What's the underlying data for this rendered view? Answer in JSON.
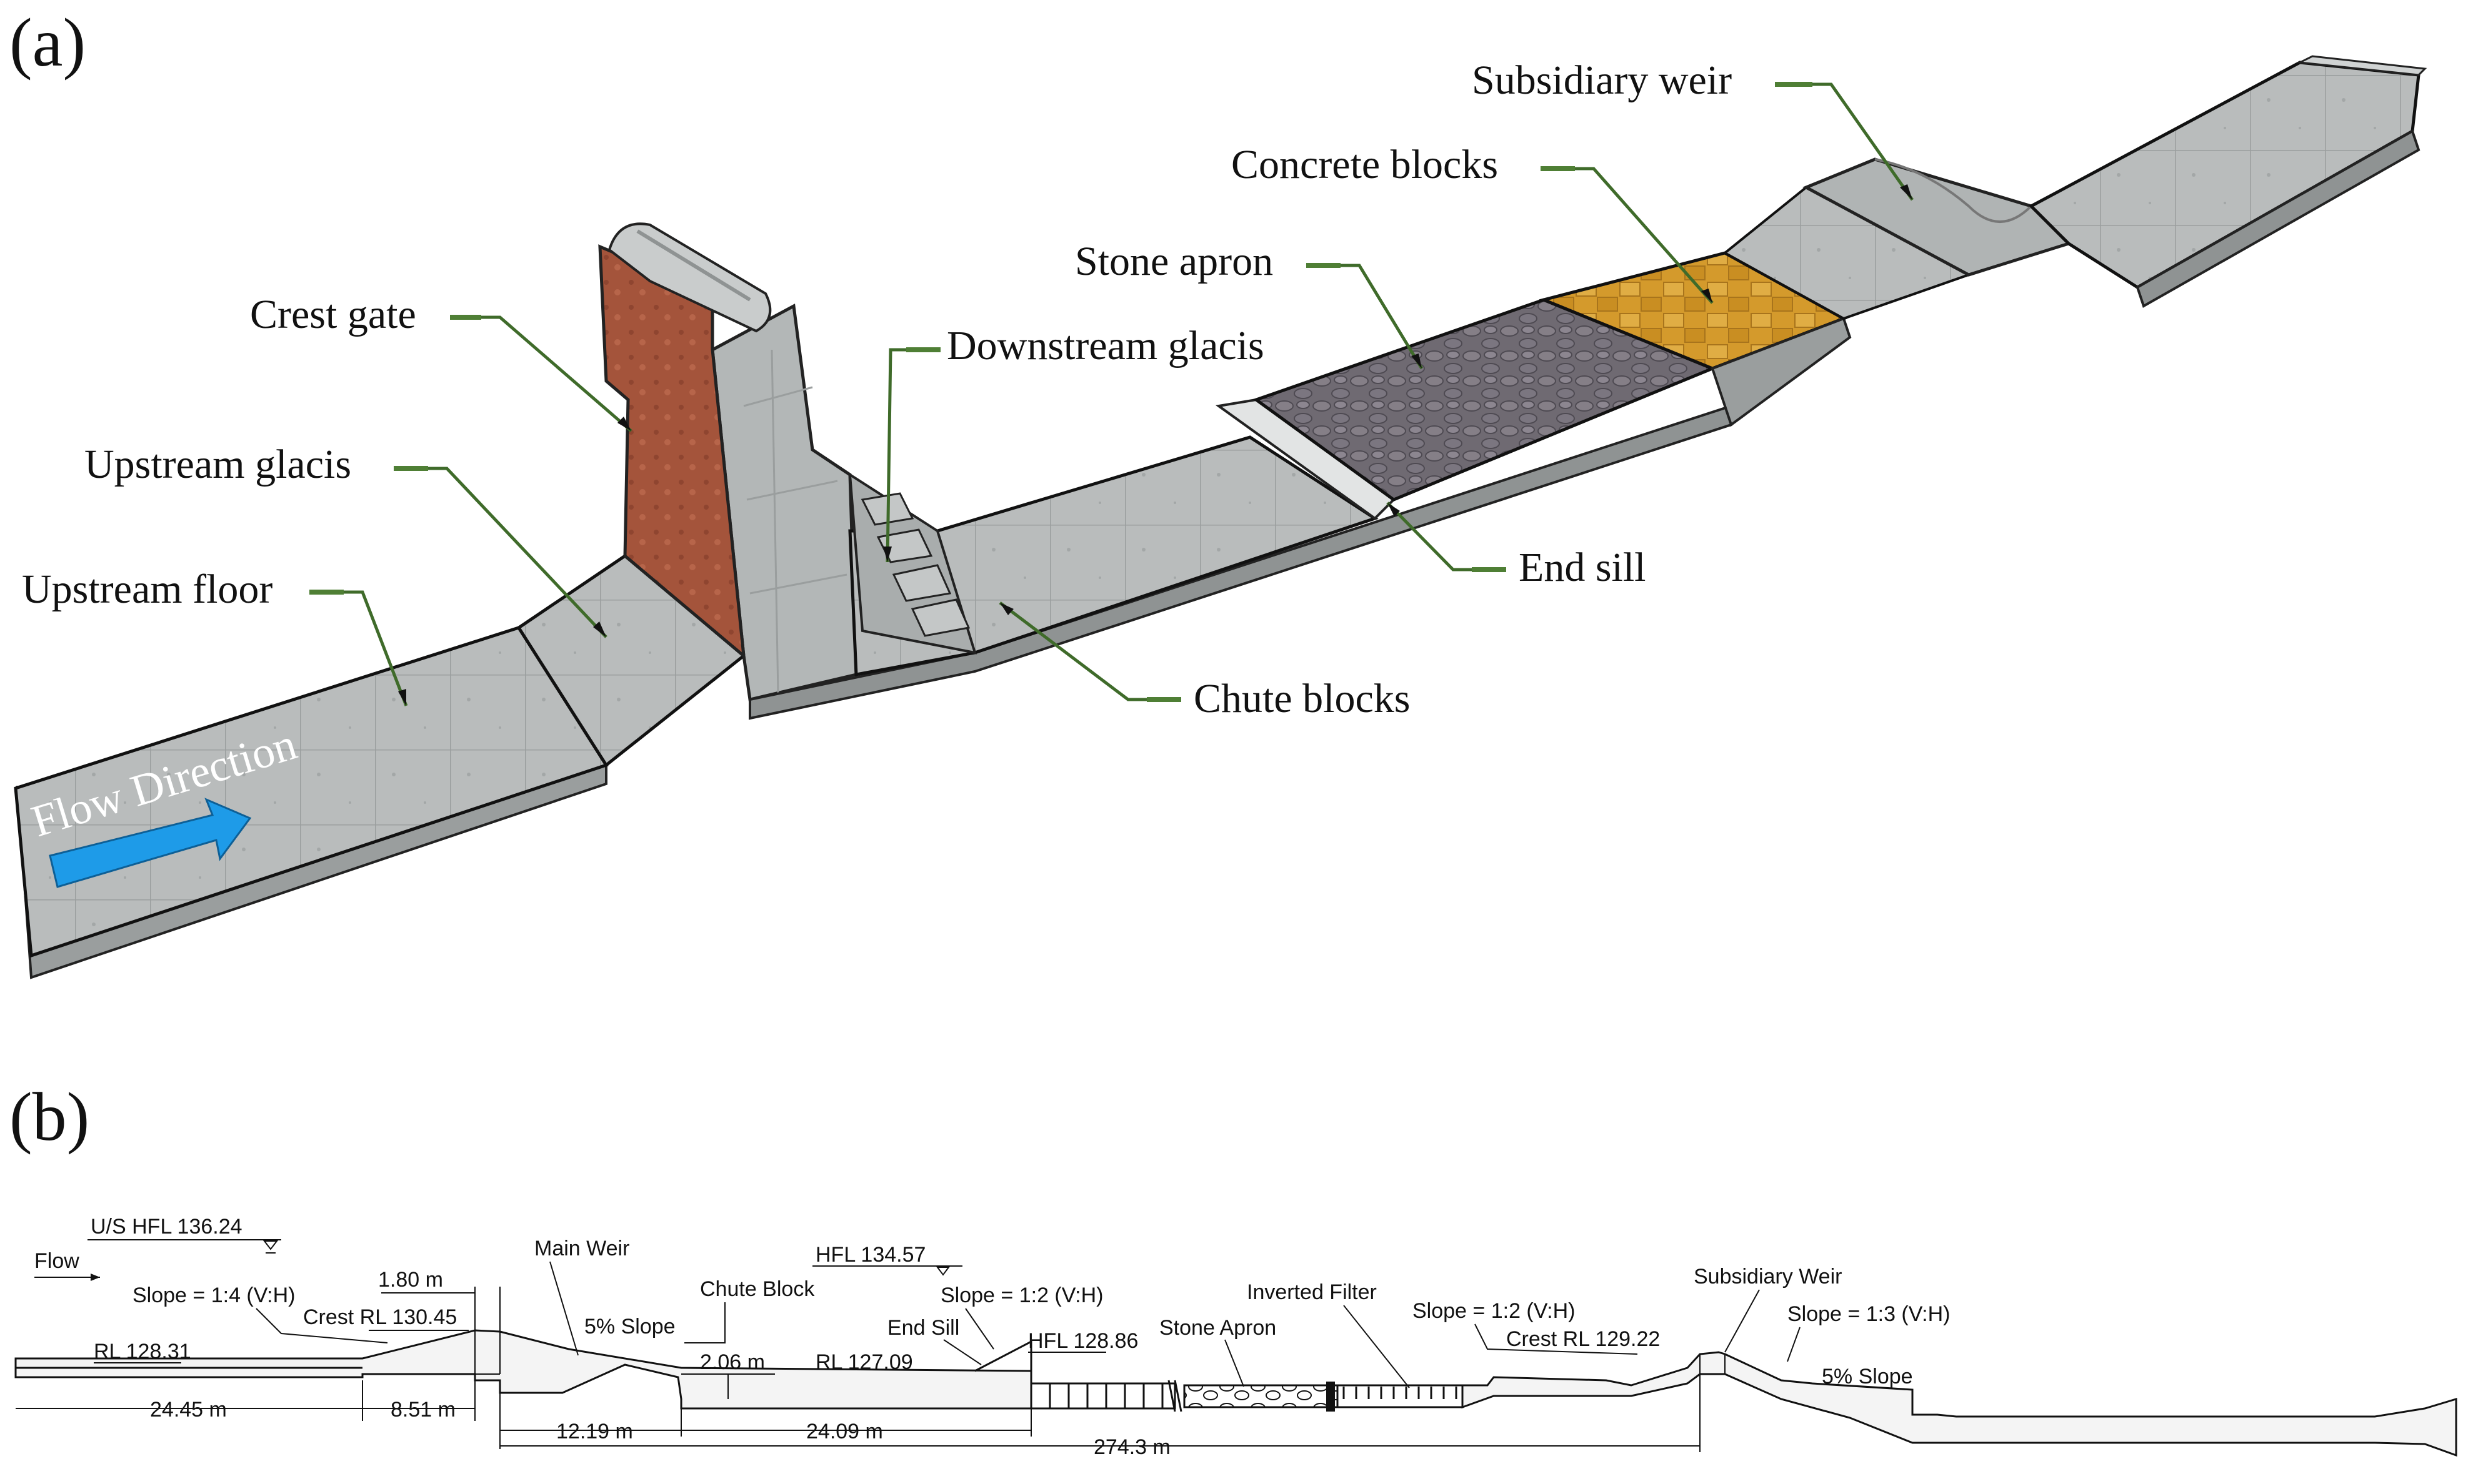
{
  "panels": {
    "a": {
      "label": "(a)",
      "flow_label": "Flow Direction",
      "callouts": {
        "subsidiary_weir": "Subsidiary weir",
        "concrete_blocks": "Concrete blocks",
        "stone_apron": "Stone apron",
        "downstream_glacis": "Downstream glacis",
        "crest_gate": "Crest gate",
        "upstream_glacis": "Upstream glacis",
        "upstream_floor": "Upstream floor",
        "end_sill": "End sill",
        "chute_blocks": "Chute blocks"
      },
      "colors": {
        "concrete": "#b9bcbc",
        "concrete_dark": "#8f9393",
        "gate": "#a4543b",
        "stone": "#6f6a72",
        "blocks": "#d49a2c",
        "arrow": "#1e9be8",
        "leader": "#3f6b2a"
      }
    },
    "b": {
      "label": "(b)",
      "labels": {
        "us_hfl": "U/S HFL 136.24",
        "flow": "Flow",
        "slope_us": "Slope = 1:4 (V:H)",
        "dim_180": "1.80 m",
        "main_weir": "Main Weir",
        "crest_rl_main": "Crest RL 130.45",
        "rl_12831": "RL 128.31",
        "slope5_main": "5% Slope",
        "hfl_13457": "HFL 134.57",
        "chute_block": "Chute Block",
        "slope_12_a": "Slope = 1:2 (V:H)",
        "end_sill": "End Sill",
        "hfl_12886": "HFL 128.86",
        "dim_206": "2.06 m",
        "rl_12709": "RL 127.09",
        "stone_apron": "Stone Apron",
        "inverted_filter": "Inverted Filter",
        "slope_12_b": "Slope = 1:2 (V:H)",
        "crest_rl_sub": "Crest RL 129.22",
        "subsidiary_weir": "Subsidiary Weir",
        "slope_13": "Slope = 1:3 (V:H)",
        "slope5_sub": "5% Slope",
        "dim_2445": "24.45 m",
        "dim_851": "8.51 m",
        "dim_1219": "12.19 m",
        "dim_2409": "24.09 m",
        "dim_2743": "274.3 m"
      }
    }
  }
}
